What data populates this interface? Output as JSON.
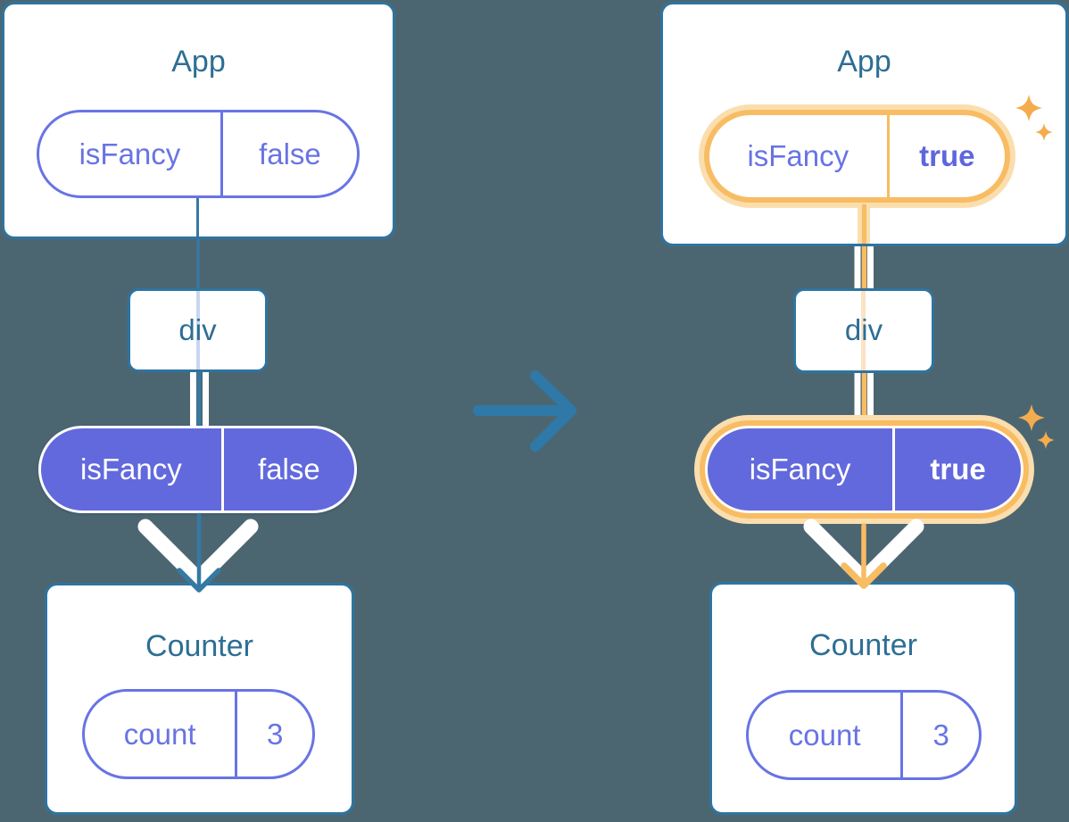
{
  "before": {
    "app": {
      "title": "App",
      "prop_name": "isFancy",
      "prop_value": "false"
    },
    "div_label": "div",
    "passed_prop": {
      "name": "isFancy",
      "value": "false"
    },
    "counter": {
      "title": "Counter",
      "state_name": "count",
      "state_value": "3"
    }
  },
  "after": {
    "app": {
      "title": "App",
      "prop_name": "isFancy",
      "prop_value": "true"
    },
    "div_label": "div",
    "passed_prop": {
      "name": "isFancy",
      "value": "true"
    },
    "counter": {
      "title": "Counter",
      "state_name": "count",
      "state_value": "3"
    }
  },
  "icons": {
    "transition_arrow": "right-arrow",
    "sparkle": "four-point-star"
  },
  "colors": {
    "background": "#4C6671",
    "card_border_blue": "#2E74A0",
    "title_text_teal": "#2E6E94",
    "pill_purple_fill": "#6269DD",
    "pill_purple_outline": "#6874E4",
    "highlight_orange": "#F8BC63",
    "highlight_orange_glow": "#FBDEAE",
    "sparkle_orange": "#F5AC4E",
    "state_thread_blue": "#3579A4",
    "thread_inside_div_blue": "#C9D6F0",
    "thread_inside_div_orange": "#FBE3C4",
    "render_arrow_white": "#FFFFFF",
    "transition_arrow_blue": "#2E79A8"
  }
}
